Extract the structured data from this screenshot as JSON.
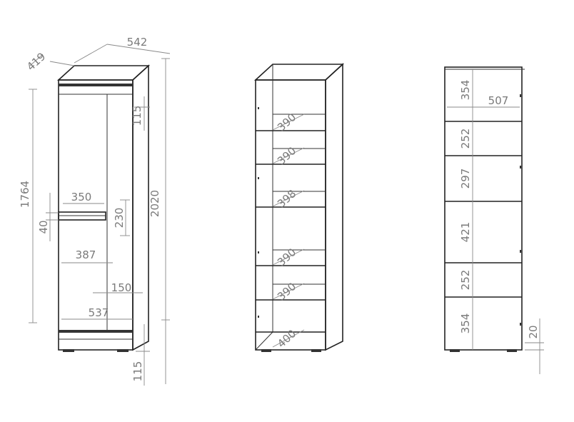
{
  "views": {
    "front": {
      "dims": {
        "depth": "419",
        "width": "542",
        "top_panel": "115",
        "door_height": "1764",
        "total_height": "2020",
        "handle_width": "350",
        "handle_offset": "40",
        "handle_height": "230",
        "inner_width_upper": "387",
        "mid_gap": "150",
        "inner_width_lower": "537",
        "plinth": "115"
      }
    },
    "shelves": {
      "dims": {
        "shelf_1": "390",
        "shelf_2": "390",
        "shelf_3": "398",
        "shelf_4": "390",
        "shelf_5": "390",
        "shelf_bottom": "400"
      }
    },
    "section": {
      "dims": {
        "inner_width": "507",
        "h1": "354",
        "h2": "252",
        "h3": "297",
        "h4": "421",
        "h5": "252",
        "h6": "354",
        "foot": "20"
      }
    }
  }
}
